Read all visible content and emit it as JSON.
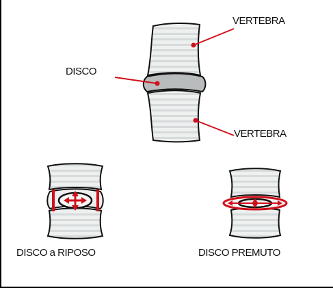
{
  "labels": {
    "vertebra_top": "VERTEBRA",
    "disc": "DISCO",
    "vertebra_bottom": "VERTEBRA",
    "disc_rest": "DISCO a RIPOSO",
    "disc_pressed": "DISCO PREMUTO"
  },
  "colors": {
    "accent": "#d0101a",
    "bone_fill": "#e9ecec",
    "bone_stripe": "#cfd3d3",
    "disc_fill": "#b9bcbc",
    "outline": "#111111"
  }
}
